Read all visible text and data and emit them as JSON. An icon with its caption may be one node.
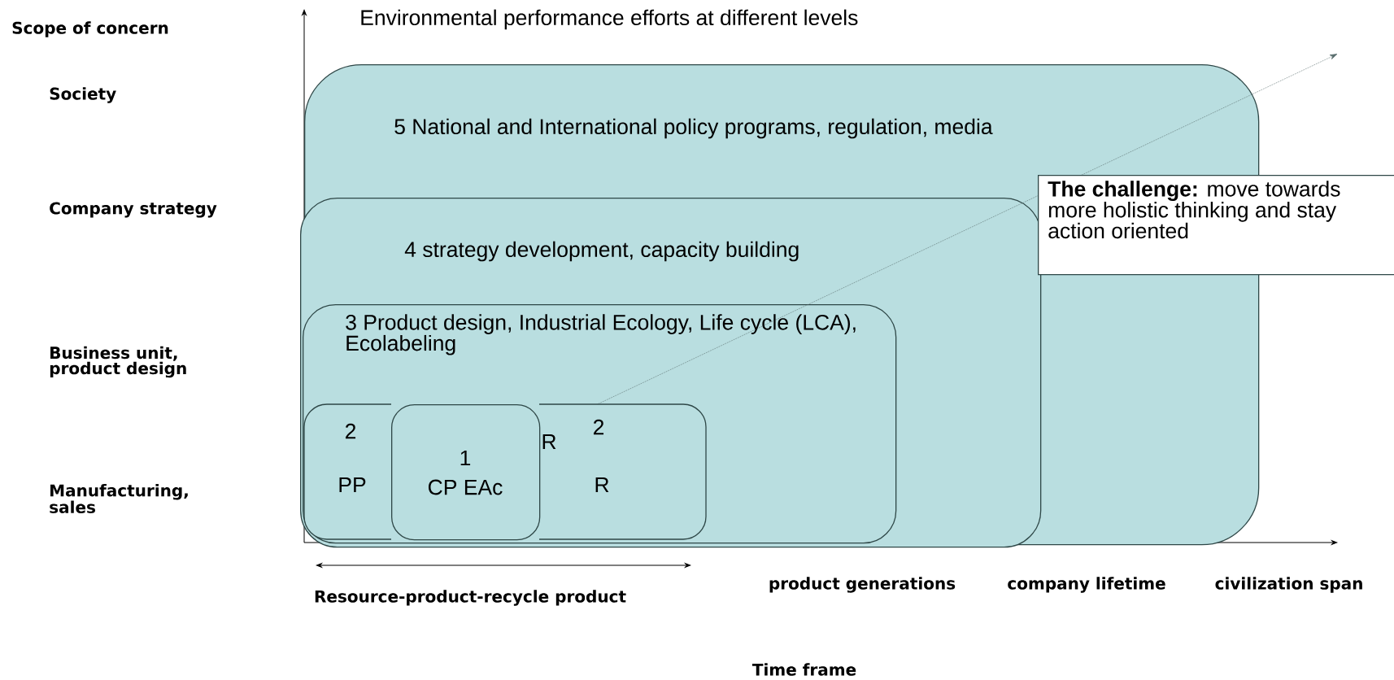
{
  "diagram": {
    "title": "Environmental performance efforts at different levels",
    "nodes": [
      {
        "text": [
          "5 National and International policy programs, regulation, media"
        ]
      },
      {
        "text": [
          "4 strategy development, capacity building"
        ],
        "in": 0
      },
      {
        "text": [
          "3 Product design, Industrial Ecology, Life cycle (LCA), Ecolabeling"
        ],
        "in": 1
      },
      {
        "text": [
          "2",
          "PP"
        ],
        "in": 2
      },
      {
        "text": [
          "1",
          "CP EAc"
        ],
        "in": 2
      },
      {
        "text": [
          "2",
          "R"
        ],
        "in": 2
      },
      {
        "text": [
          "**The challenge:** move towards more holistic thinking and stay action oriented"
        ]
      }
    ],
    "edges": [],
    "labels": [
      "Scope of concern",
      "Society",
      "Company strategy",
      "Business unit, product design",
      "Manufacturing, sales",
      "R",
      "Resource-product-recycle product",
      "product generations",
      "company lifetime",
      "civilization span",
      "Time frame"
    ]
  }
}
